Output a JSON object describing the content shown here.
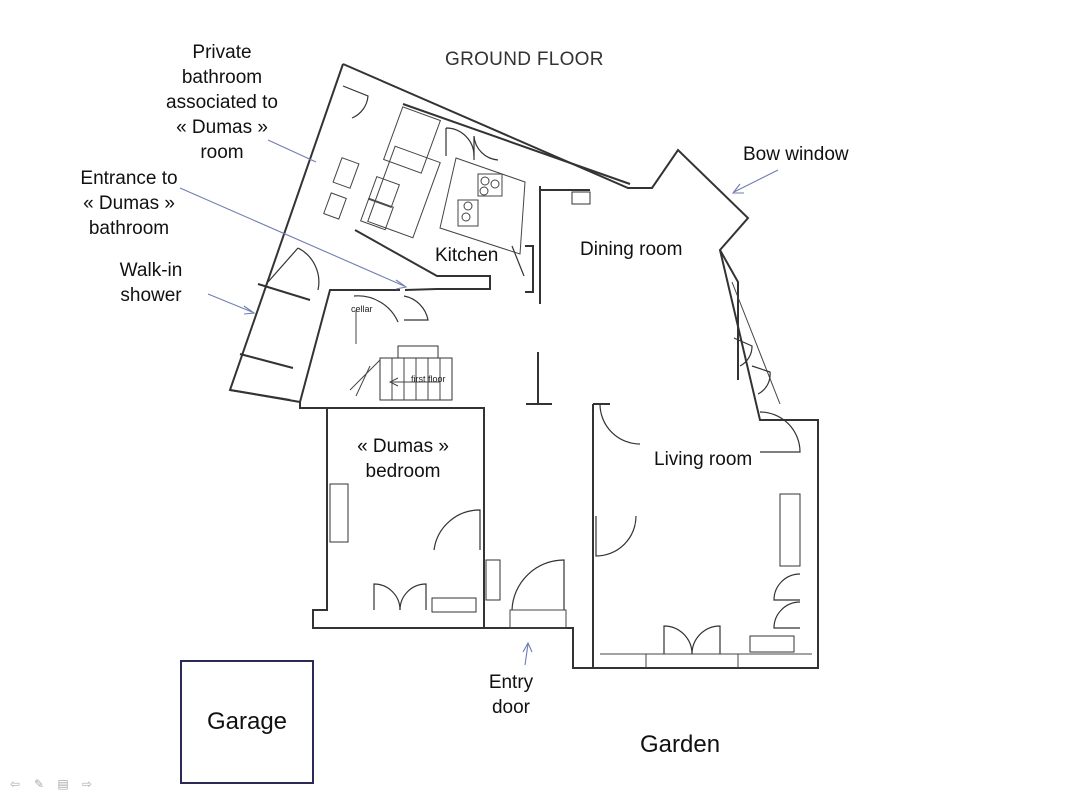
{
  "plan": {
    "title": "GROUND FLOOR",
    "labels": {
      "private_bathroom": [
        "Private",
        "bathroom",
        "associated to",
        "« Dumas »",
        "room"
      ],
      "entrance_dumas": [
        "Entrance to",
        "« Dumas »",
        "bathroom"
      ],
      "walk_in_shower": [
        "Walk-in",
        "shower"
      ],
      "kitchen": "Kitchen",
      "dining_room": "Dining room",
      "bow_window": "Bow window",
      "dumas_bedroom": [
        "« Dumas »",
        "bedroom"
      ],
      "living_room": "Living room",
      "entry_door": [
        "Entry",
        "door"
      ],
      "garage": "Garage",
      "garden": "Garden",
      "cellar": "cellar",
      "first_floor": "first floor"
    },
    "colors": {
      "wall": "#333333",
      "arrow": "#6f7fb0",
      "garage_border": "#2a2a55"
    }
  },
  "nav": {
    "icons": [
      "prev-slide-icon",
      "pen-icon",
      "menu-icon",
      "next-slide-icon"
    ]
  }
}
